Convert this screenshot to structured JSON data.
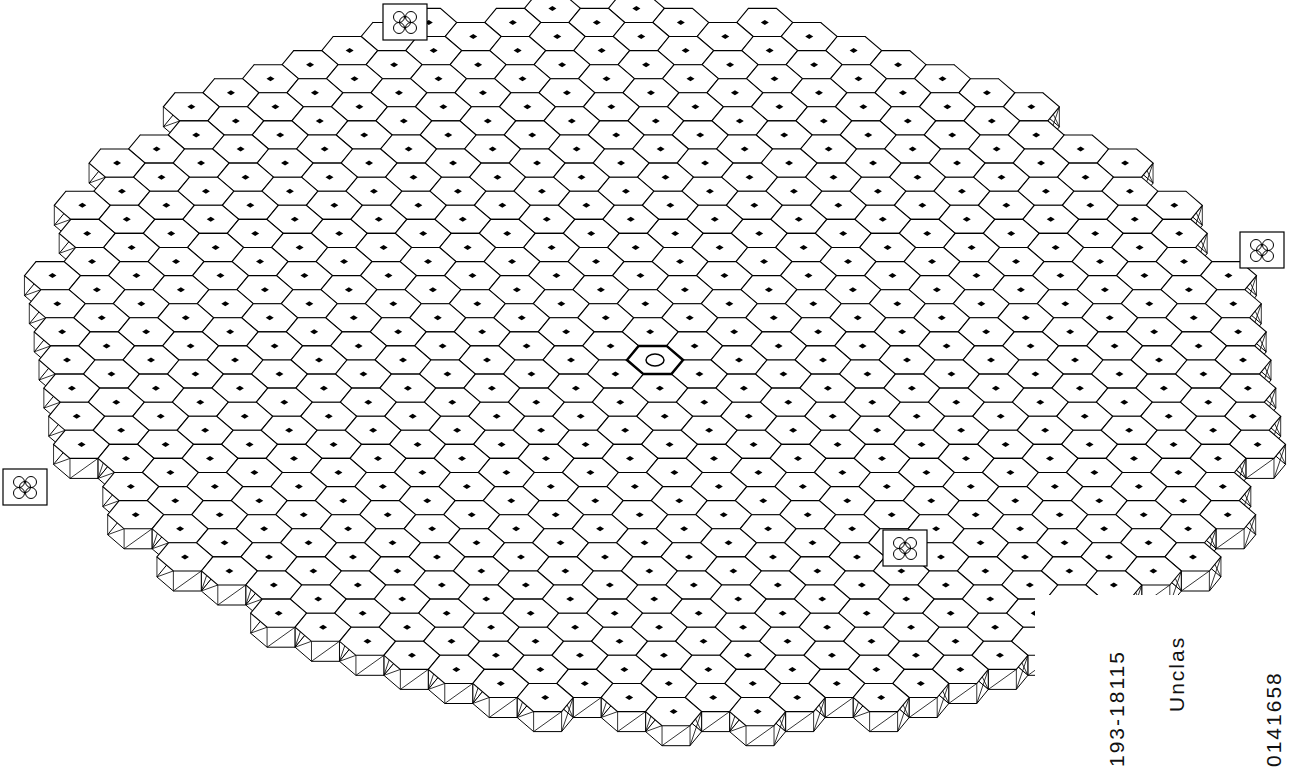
{
  "diagram": {
    "labels": [
      "193-18115",
      "Unclas",
      "0141658"
    ]
  }
}
